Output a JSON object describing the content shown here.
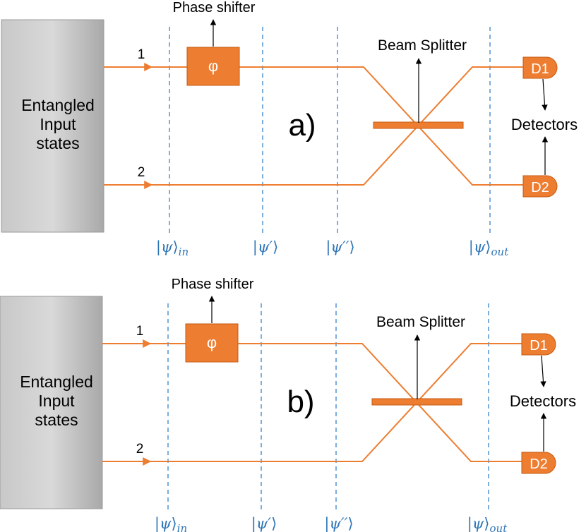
{
  "panels": [
    {
      "id": "a",
      "label": "a)",
      "source_label": [
        "Entangled",
        "Input",
        "states"
      ],
      "port1_label": "1",
      "port2_label": "2",
      "phase_shifter": {
        "title": "Phase shifter",
        "symbol": "φ"
      },
      "beam_splitter": {
        "title": "Beam Splitter"
      },
      "detectors": {
        "title": "Detectors",
        "d1": "D1",
        "d2": "D2"
      },
      "states": [
        {
          "ket": "ψ",
          "sub": "in"
        },
        {
          "ket": "ψ′",
          "sub": ""
        },
        {
          "ket": "ψ′′",
          "sub": ""
        },
        {
          "ket": "ψ",
          "sub": "out"
        }
      ]
    },
    {
      "id": "b",
      "label": "b)",
      "source_label": [
        "Entangled",
        "Input",
        "states"
      ],
      "port1_label": "1",
      "port2_label": "2",
      "phase_shifter": {
        "title": "Phase shifter",
        "symbol": "φ"
      },
      "beam_splitter": {
        "title": "Beam Splitter"
      },
      "detectors": {
        "title": "Detectors",
        "d1": "D1",
        "d2": "D2"
      },
      "states": [
        {
          "ket": "ψ",
          "sub": "in"
        },
        {
          "ket": "ψ′",
          "sub": ""
        },
        {
          "ket": "ψ′′",
          "sub": ""
        },
        {
          "ket": "ψ",
          "sub": "out"
        }
      ]
    }
  ],
  "colors": {
    "beam": "#ED7D31",
    "component": "#ED7D31",
    "state_line": "#5B9BD5",
    "state_text": "#2E75B6",
    "source_fill_top": "#c8c8c8",
    "source_fill_bottom": "#a9a9a9",
    "text": "#000000",
    "component_text": "#ffffff"
  }
}
